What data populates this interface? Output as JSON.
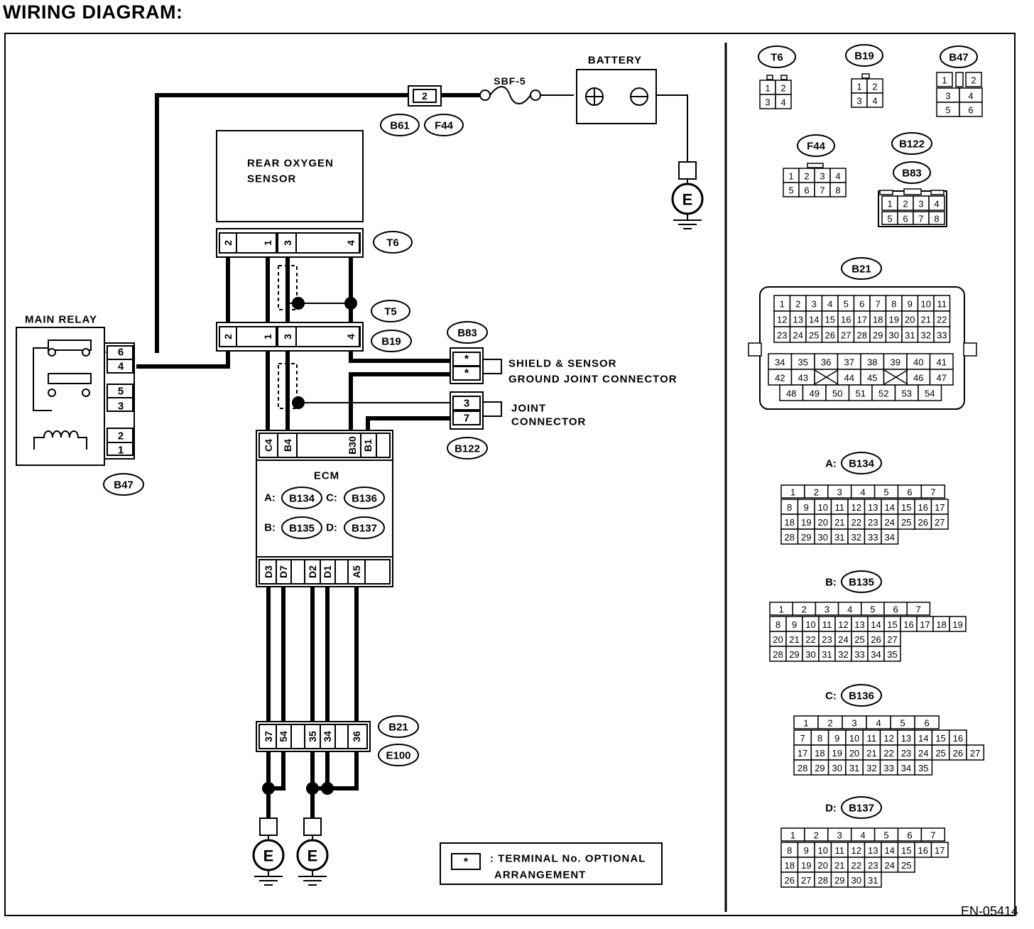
{
  "title": "WIRING DIAGRAM:",
  "doc_code": "EN-05414",
  "components": {
    "battery": "BATTERY",
    "fuse": "SBF-5",
    "rear_oxygen_sensor": [
      "REAR OXYGEN",
      "SENSOR"
    ],
    "main_relay": "MAIN RELAY",
    "ecm": "ECM",
    "ecm_connectors": [
      {
        "prefix": "A:",
        "id": "B134"
      },
      {
        "prefix": "C:",
        "id": "B136"
      },
      {
        "prefix": "B:",
        "id": "B135"
      },
      {
        "prefix": "D:",
        "id": "B137"
      }
    ],
    "shield_ground": [
      "SHIELD & SENSOR",
      "GROUND JOINT CONNECTOR"
    ],
    "joint_connector": [
      "JOINT",
      "CONNECTOR"
    ],
    "ground_symbol": "E"
  },
  "connector_tags": [
    "B61",
    "F44",
    "T6",
    "T5",
    "B19",
    "B83",
    "B122",
    "B47",
    "B21",
    "E100"
  ],
  "pins": {
    "fuse_connector": [
      "2"
    ],
    "t6": [
      "2",
      "1",
      "3",
      "4"
    ],
    "b19": [
      "2",
      "1",
      "3",
      "4"
    ],
    "relay": [
      "6",
      "4",
      "5",
      "3",
      "2",
      "1"
    ],
    "shield": [
      "*",
      "*"
    ],
    "joint": [
      "3",
      "7"
    ],
    "ecm_top": [
      "C4",
      "B4",
      "B30",
      "B1"
    ],
    "ecm_bottom": [
      "D3",
      "D7",
      "D2",
      "D1",
      "A5"
    ],
    "b21": [
      "37",
      "54",
      "35",
      "34",
      "36"
    ]
  },
  "legend": {
    "symbol": "*",
    "text": [
      ": TERMINAL No. OPTIONAL",
      "ARRANGEMENT"
    ]
  },
  "connector_views": [
    {
      "label": "T6",
      "rows": [
        [
          "1",
          "2"
        ],
        [
          "3",
          "4"
        ]
      ]
    },
    {
      "label": "B19",
      "rows": [
        [
          "1",
          "2"
        ],
        [
          "3",
          "4"
        ]
      ]
    },
    {
      "label": "B47",
      "rows": [
        [
          "1",
          "",
          "2"
        ],
        [
          "3",
          "4"
        ],
        [
          "5",
          "6"
        ]
      ]
    },
    {
      "label": "F44",
      "rows": [
        [
          "1",
          "2",
          "3",
          "4"
        ],
        [
          "5",
          "6",
          "7",
          "8"
        ]
      ]
    },
    {
      "label": "B122",
      "rows": []
    },
    {
      "label": "B83",
      "rows": [
        [
          "1",
          "2",
          "3",
          "4"
        ],
        [
          "5",
          "6",
          "7",
          "8"
        ]
      ]
    },
    {
      "label": "B21",
      "rows": [
        [
          "1",
          "2",
          "3",
          "4",
          "5",
          "6",
          "7",
          "8",
          "9",
          "10",
          "11"
        ],
        [
          "12",
          "13",
          "14",
          "15",
          "16",
          "17",
          "18",
          "19",
          "20",
          "21",
          "22"
        ],
        [
          "23",
          "24",
          "25",
          "26",
          "27",
          "28",
          "29",
          "30",
          "31",
          "32",
          "33"
        ],
        [
          "34",
          "35",
          "36",
          "37",
          "38",
          "39",
          "40",
          "41"
        ],
        [
          "42",
          "43",
          "",
          "44",
          "45",
          "",
          "46",
          "47"
        ],
        [
          "48",
          "49",
          "50",
          "51",
          "52",
          "53",
          "54"
        ]
      ]
    },
    {
      "prefix": "A:",
      "label": "B134",
      "rows": [
        [
          "1",
          "2",
          "3",
          "4",
          "5",
          "6",
          "7"
        ],
        [
          "8",
          "9",
          "10",
          "11",
          "12",
          "13",
          "14",
          "15",
          "16",
          "17"
        ],
        [
          "18",
          "19",
          "20",
          "21",
          "22",
          "23",
          "24",
          "25",
          "26",
          "27"
        ],
        [
          "28",
          "29",
          "30",
          "31",
          "32",
          "33",
          "34"
        ]
      ]
    },
    {
      "prefix": "B:",
      "label": "B135",
      "rows": [
        [
          "1",
          "2",
          "3",
          "4",
          "5",
          "6",
          "7"
        ],
        [
          "8",
          "9",
          "10",
          "11",
          "12",
          "13",
          "14",
          "15",
          "16",
          "17",
          "18",
          "19"
        ],
        [
          "20",
          "21",
          "22",
          "23",
          "24",
          "25",
          "26",
          "27"
        ],
        [
          "28",
          "29",
          "30",
          "31",
          "32",
          "33",
          "34",
          "35"
        ]
      ]
    },
    {
      "prefix": "C:",
      "label": "B136",
      "rows": [
        [
          "1",
          "2",
          "3",
          "4",
          "5",
          "6"
        ],
        [
          "7",
          "8",
          "9",
          "10",
          "11",
          "12",
          "13",
          "14",
          "15",
          "16"
        ],
        [
          "17",
          "18",
          "19",
          "20",
          "21",
          "22",
          "23",
          "24",
          "25",
          "26",
          "27"
        ],
        [
          "28",
          "29",
          "30",
          "31",
          "32",
          "33",
          "34",
          "35"
        ]
      ]
    },
    {
      "prefix": "D:",
      "label": "B137",
      "rows": [
        [
          "1",
          "2",
          "3",
          "4",
          "5",
          "6",
          "7"
        ],
        [
          "8",
          "9",
          "10",
          "11",
          "12",
          "13",
          "14",
          "15",
          "16",
          "17"
        ],
        [
          "18",
          "19",
          "20",
          "21",
          "22",
          "23",
          "24",
          "25"
        ],
        [
          "26",
          "27",
          "28",
          "29",
          "30",
          "31"
        ]
      ]
    }
  ]
}
